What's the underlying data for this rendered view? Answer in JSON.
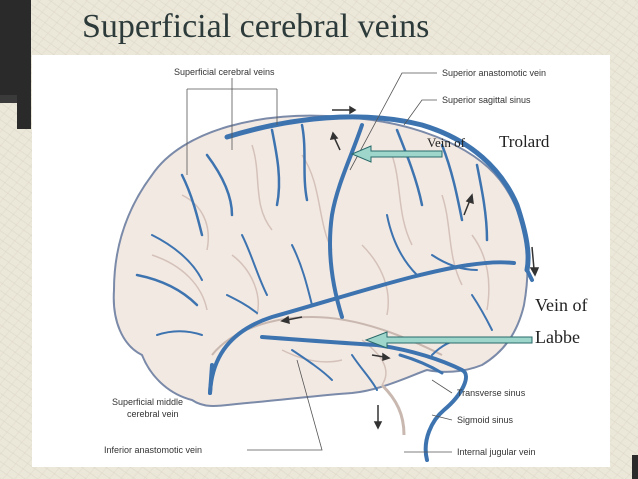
{
  "title": "Superficial cerebral veins",
  "labels": {
    "superficial_cerebral_veins": "Superficial cerebral veins",
    "superior_anastomotic_vein": "Superior anastomotic vein",
    "superior_sagittal_sinus": "Superior sagittal sinus",
    "superficial_middle_cerebral_vein_1": "Superficial middle",
    "superficial_middle_cerebral_vein_2": "cerebral vein",
    "inferior_anastomotic_vein": "Inferior anastomotic vein",
    "transverse_sinus": "Transverse sinus",
    "sigmoid_sinus": "Sigmoid sinus",
    "internal_jugular_vein": "Internal jugular vein"
  },
  "annotations": {
    "trolard_prefix": "Vein of",
    "trolard_name": "Trolard",
    "labbe_line1": "Vein of",
    "labbe_line2": "Labbe"
  },
  "colors": {
    "vein": "#3d74b0",
    "brain_fill": "#f3e9e3",
    "arrow_fill": "#9fd6cc",
    "arrow_stroke": "#2a6a6a"
  }
}
